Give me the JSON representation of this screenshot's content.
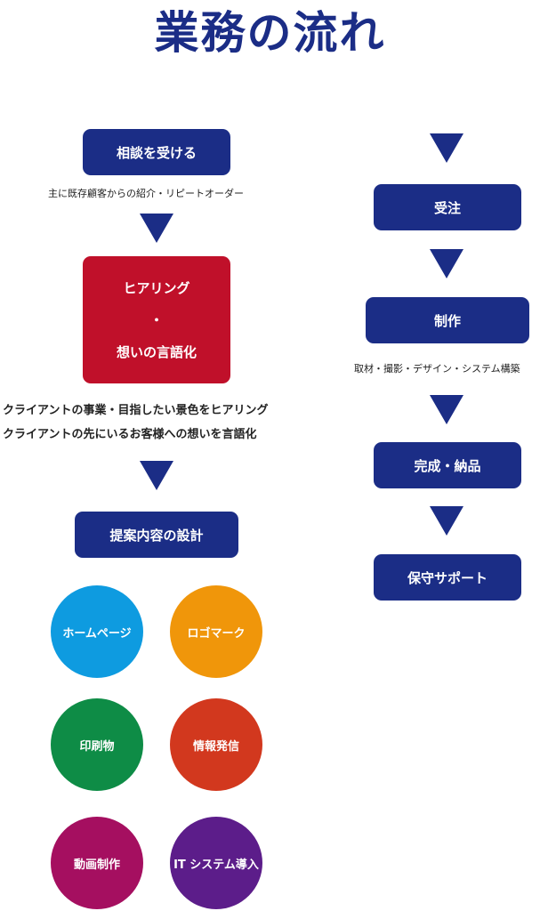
{
  "title": "業務の流れ",
  "left_flow": {
    "step1": "相談を受ける",
    "step1_note": "主に既存顧客からの紹介・リピートオーダー",
    "step2_lines": [
      "ヒアリング",
      "・",
      "想いの言語化"
    ],
    "step2_desc_lines": [
      "クライアントの事業・目指したい景色をヒアリング",
      "クライアントの先にいるお客様への想いを言語化"
    ],
    "step3": "提案内容の設計",
    "services": [
      {
        "label": "ホームページ",
        "color": "#0e9be0"
      },
      {
        "label": "ロゴマーク",
        "color": "#f0960a"
      },
      {
        "label": "印刷物",
        "color": "#0e8c46"
      },
      {
        "label": "情報発信",
        "color": "#d2381e"
      },
      {
        "label": "動画制作",
        "color": "#a50f60"
      },
      {
        "label": "IT システム導入",
        "color": "#5c1d8a"
      }
    ]
  },
  "right_flow": {
    "step1": "受注",
    "step2": "制作",
    "step2_note": "取材・撮影・デザイン・システム構築",
    "step3": "完成・納品",
    "step4": "保守サポート"
  },
  "colors": {
    "navy": "#1b2d86",
    "red": "#c0102a"
  }
}
